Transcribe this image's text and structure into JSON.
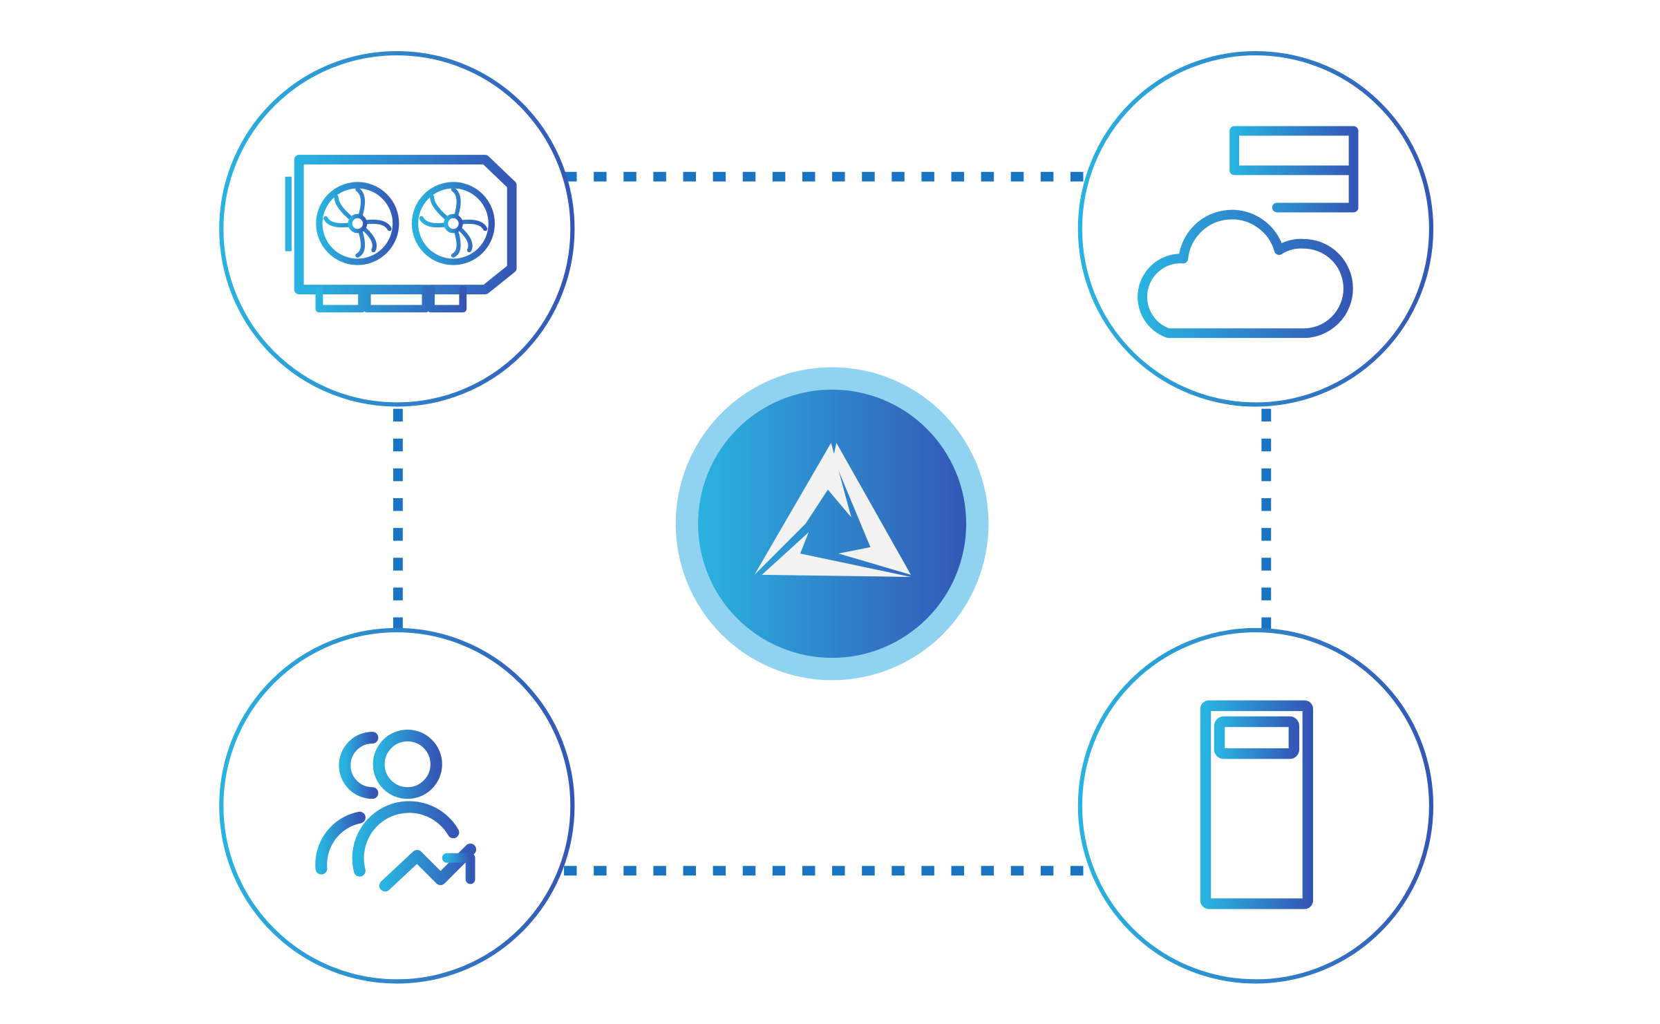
{
  "colors": {
    "background": "#ffffff",
    "gradient_start": "#29b3e0",
    "gradient_end": "#3457b6",
    "connector": "#1a74c4",
    "hub_halo": "#8fd3f1",
    "logo_fill": "#f2f2f2"
  },
  "hub": {
    "icon": "triangle-logo-icon"
  },
  "nodes": [
    {
      "id": "top-left",
      "icon": "gpu-card-icon"
    },
    {
      "id": "top-right",
      "icon": "cloud-server-icon"
    },
    {
      "id": "bottom-left",
      "icon": "users-growth-icon"
    },
    {
      "id": "bottom-right",
      "icon": "server-tower-icon"
    }
  ],
  "connectors": {
    "style": "dotted"
  }
}
